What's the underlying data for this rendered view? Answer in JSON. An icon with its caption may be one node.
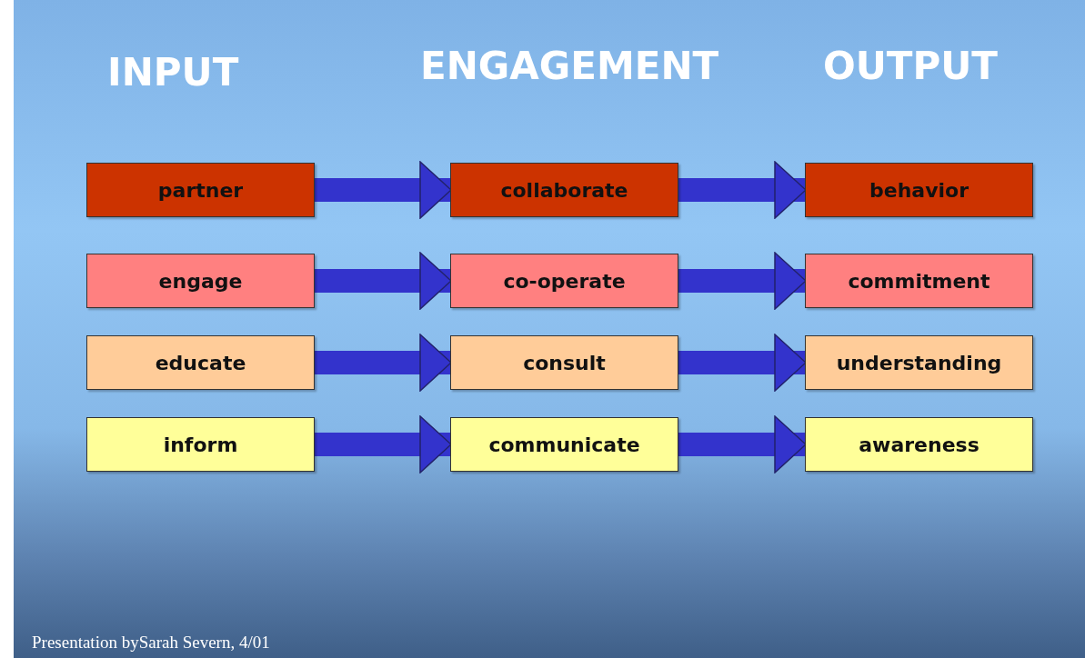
{
  "diagram": {
    "nodes": [
      {
        "text": [
          "partner"
        ]
      },
      {
        "text": [
          "collaborate"
        ]
      },
      {
        "text": [
          "behavior"
        ]
      },
      {
        "text": [
          "engage"
        ]
      },
      {
        "text": [
          "co-operate"
        ]
      },
      {
        "text": [
          "commitment"
        ]
      },
      {
        "text": [
          "educate"
        ]
      },
      {
        "text": [
          "consult"
        ]
      },
      {
        "text": [
          "understanding"
        ]
      },
      {
        "text": [
          "inform"
        ]
      },
      {
        "text": [
          "communicate"
        ]
      },
      {
        "text": [
          "awareness"
        ]
      }
    ],
    "edges": [
      {
        "from": 0,
        "to": 1,
        "arrow": "to"
      },
      {
        "from": 1,
        "to": 2,
        "arrow": "to"
      },
      {
        "from": 3,
        "to": 4,
        "arrow": "to"
      },
      {
        "from": 4,
        "to": 5,
        "arrow": "to"
      },
      {
        "from": 6,
        "to": 7,
        "arrow": "to"
      },
      {
        "from": 7,
        "to": 8,
        "arrow": "to"
      },
      {
        "from": 9,
        "to": 10,
        "arrow": "to"
      },
      {
        "from": 10,
        "to": 11,
        "arrow": "to"
      }
    ],
    "labels": [
      "INPUT",
      "ENGAGEMENT",
      "OUTPUT",
      "Presentation bySarah Severn, 4/01"
    ]
  }
}
